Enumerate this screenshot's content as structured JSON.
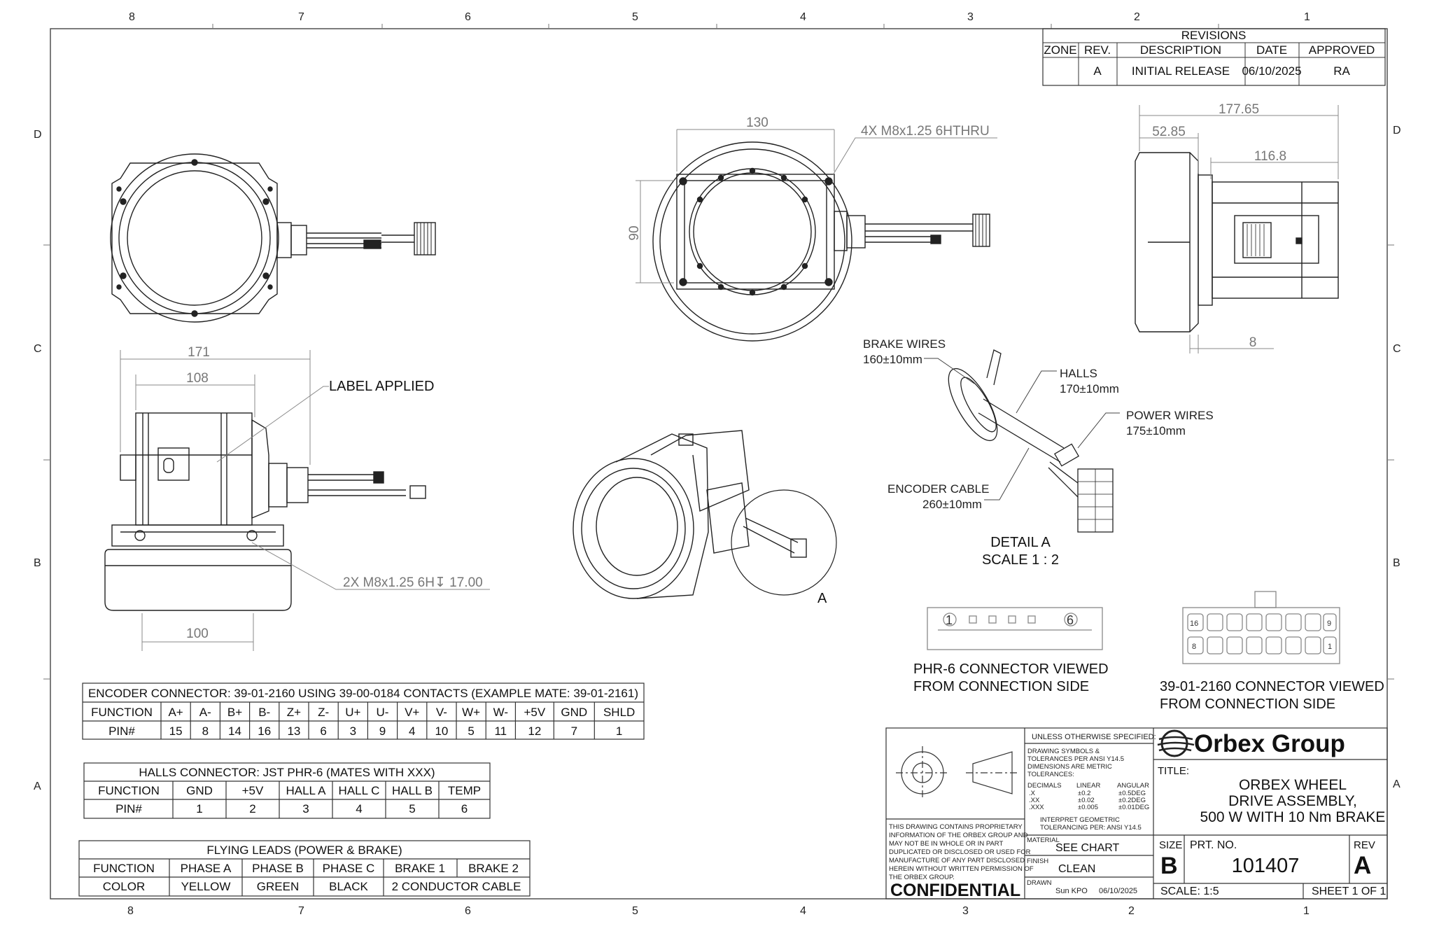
{
  "zones": {
    "cols_top": [
      "8",
      "7",
      "6",
      "5",
      "4",
      "3",
      "2",
      "1"
    ],
    "cols_bottom": [
      "8",
      "7",
      "6",
      "5",
      "4",
      "3",
      "2",
      "1"
    ],
    "rows_left": [
      "D",
      "C",
      "B",
      "A"
    ],
    "rows_right": [
      "D",
      "C",
      "B",
      "A"
    ]
  },
  "revisions": {
    "title": "REVISIONS",
    "headers": [
      "ZONE",
      "REV.",
      "DESCRIPTION",
      "DATE",
      "APPROVED"
    ],
    "row": [
      "",
      "A",
      "INITIAL RELEASE",
      "06/10/2025",
      "RA"
    ]
  },
  "dims": {
    "top_width": "130",
    "top_height": "90",
    "top_holes": "4X M8x1.25 6HTHRU",
    "side_overall": "177.65",
    "side_a": "52.85",
    "side_b": "116.8",
    "side_c": "8",
    "front_overall": "171",
    "front_inner": "108",
    "front_bottom": "100",
    "front_holes": "2X M8x1.25 6H↧ 17.00",
    "label_applied": "LABEL APPLIED"
  },
  "detail": {
    "brake_wires": "BRAKE WIRES",
    "brake_len": "160±10mm",
    "halls": "HALLS",
    "halls_len": "170±10mm",
    "power_wires": "POWER WIRES",
    "power_len": "175±10mm",
    "encoder_cable": "ENCODER CABLE",
    "encoder_len": "260±10mm",
    "detail_title": "DETAIL A",
    "detail_scale": "SCALE 1 : 2",
    "callout": "A"
  },
  "connectors": {
    "phr_pin_first": "1",
    "phr_pin_last": "6",
    "phr_caption_1": "PHR-6 CONNECTOR VIEWED",
    "phr_caption_2": "FROM CONNECTION SIDE",
    "molex_pins": [
      "16",
      "9",
      "8",
      "1"
    ],
    "molex_caption_1": "39-01-2160 CONNECTOR VIEWED",
    "molex_caption_2": "FROM CONNECTION SIDE"
  },
  "encoder_table": {
    "title": "ENCODER CONNECTOR: 39-01-2160 USING 39-00-0184 CONTACTS (EXAMPLE MATE: 39-01-2161)",
    "function_label": "FUNCTION",
    "functions": [
      "A+",
      "A-",
      "B+",
      "B-",
      "Z+",
      "Z-",
      "U+",
      "U-",
      "V+",
      "V-",
      "W+",
      "W-",
      "+5V",
      "GND",
      "SHLD"
    ],
    "pin_label": "PIN#",
    "pins": [
      "15",
      "8",
      "14",
      "16",
      "13",
      "6",
      "3",
      "9",
      "4",
      "10",
      "5",
      "11",
      "12",
      "7",
      "1"
    ]
  },
  "halls_table": {
    "title": "HALLS CONNECTOR: JST PHR-6 (MATES WITH XXX)",
    "function_label": "FUNCTION",
    "functions": [
      "GND",
      "+5V",
      "HALL A",
      "HALL C",
      "HALL B",
      "TEMP"
    ],
    "pin_label": "PIN#",
    "pins": [
      "1",
      "2",
      "3",
      "4",
      "5",
      "6"
    ]
  },
  "leads_table": {
    "title": "FLYING LEADS (POWER & BRAKE)",
    "function_label": "FUNCTION",
    "functions": [
      "PHASE A",
      "PHASE B",
      "PHASE C",
      "BRAKE 1",
      "BRAKE 2"
    ],
    "color_label": "COLOR",
    "colors": [
      "YELLOW",
      "GREEN",
      "BLACK",
      "2 CONDUCTOR CABLE"
    ]
  },
  "title_block": {
    "unless": "UNLESS OTHERWISE SPECIFIED:",
    "spec_lines": [
      "DRAWING SYMBOLS &",
      "TOLERANCES PER ANSI Y14.5",
      "DIMENSIONS ARE METRIC",
      "TOLERANCES:"
    ],
    "tol_headers": [
      "DECIMALS",
      "LINEAR",
      "ANGULAR"
    ],
    "tol_rows": [
      [
        ".X",
        "±0.2",
        "±0.5DEG"
      ],
      [
        ".XX",
        "±0.02",
        "±0.2DEG"
      ],
      [
        ".XXX",
        "±0.005",
        "±0.01DEG"
      ]
    ],
    "interpret_1": "INTERPRET GEOMETRIC",
    "interpret_2": "TOLERANCING PER: ANSI Y14.5",
    "material_label": "MATERIAL",
    "material": "SEE CHART",
    "finish_label": "FINISH",
    "finish": "CLEAN",
    "drawn_label": "DRAWN",
    "drawn_by": "Sun KPO",
    "drawn_date": "06/10/2025",
    "proprietary": [
      "THIS DRAWING CONTAINS PROPRIETARY",
      "INFORMATION OF THE ORBEX GROUP AND",
      "MAY NOT BE IN WHOLE OR IN PART",
      "DUPLICATED OR DISCLOSED OR USED FOR",
      "MANUFACTURE OF ANY PART DISCLOSED",
      "HEREIN WITHOUT WRITTEN PERMISSION OF",
      "THE ORBEX GROUP."
    ],
    "confidential": "CONFIDENTIAL",
    "company": "Orbex Group",
    "title_label": "TITLE:",
    "title_lines": [
      "ORBEX WHEEL",
      "DRIVE ASSEMBLY,",
      "500 W WITH 10 Nm BRAKE"
    ],
    "size_label": "SIZE",
    "size": "B",
    "part_label": "PRT. NO.",
    "part_no": "101407",
    "rev_label": "REV",
    "rev": "A",
    "scale": "SCALE: 1:5",
    "sheet": "SHEET 1 OF 1"
  },
  "colors": {
    "line": "#222222",
    "dim": "#777777",
    "paper": "#ffffff"
  }
}
